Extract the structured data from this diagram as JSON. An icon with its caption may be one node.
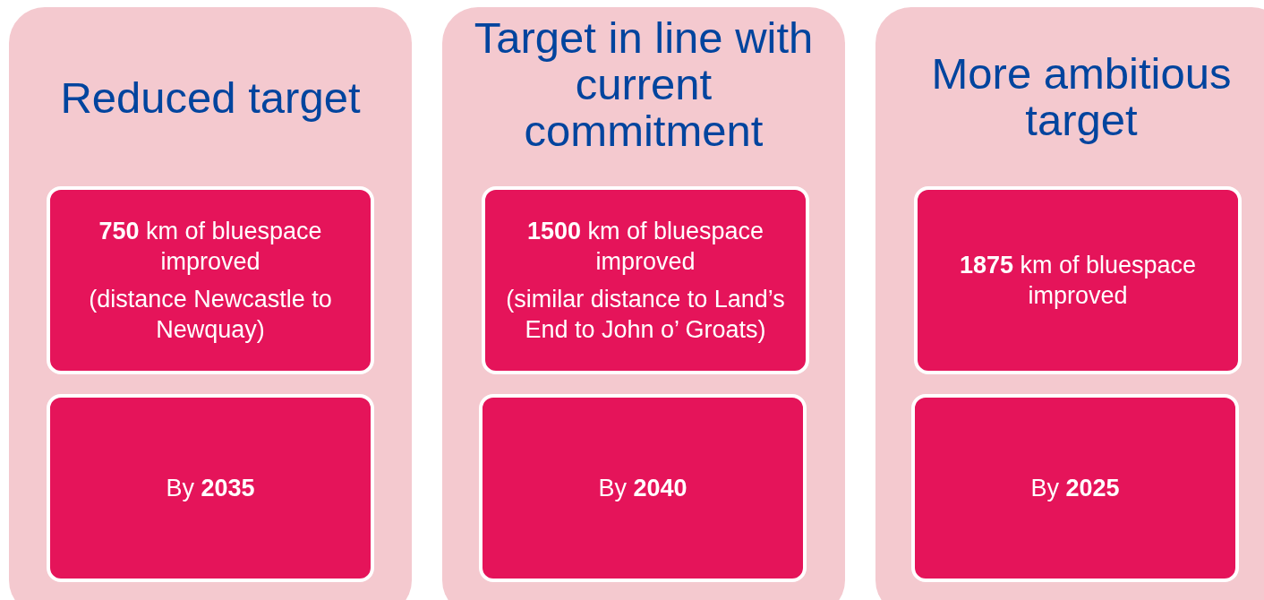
{
  "diagram": {
    "nodes": [
      {
        "text": [
          "Reduced target"
        ]
      },
      {
        "text": [
          "**750** km of bluespace improved",
          "(distance Newcastle to Newquay)"
        ],
        "in": 0
      },
      {
        "text": [
          "By **2035**"
        ],
        "in": 0
      },
      {
        "text": [
          "Target in line with current commitment"
        ]
      },
      {
        "text": [
          "**1500** km of bluespace improved",
          "(similar distance to Land’s End to John o’ Groats)"
        ],
        "in": 3
      },
      {
        "text": [
          "By **2040**"
        ],
        "in": 3
      },
      {
        "text": [
          "More ambitious target"
        ]
      },
      {
        "text": [
          "**1875** km of bluespace improved"
        ],
        "in": 6
      },
      {
        "text": [
          "By **2025**"
        ],
        "in": 6
      }
    ]
  }
}
